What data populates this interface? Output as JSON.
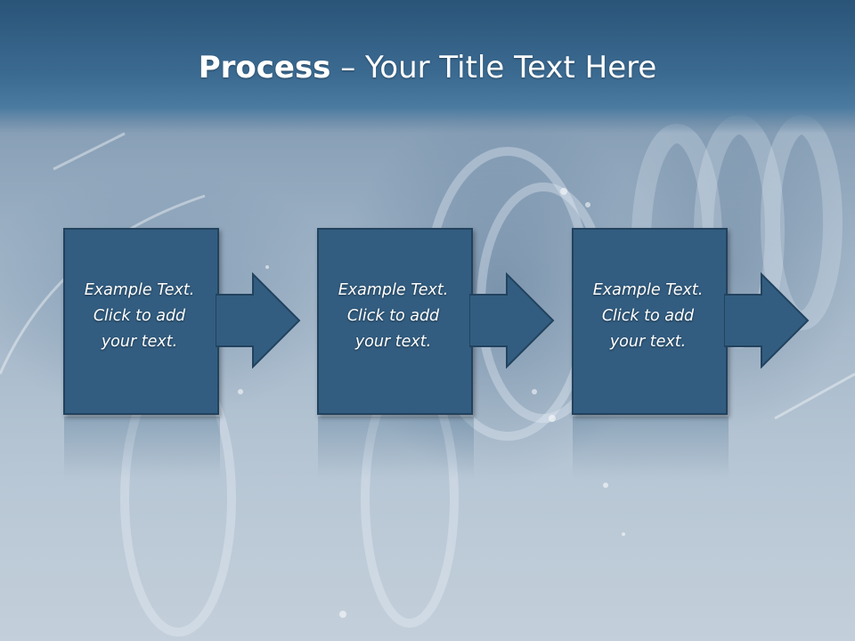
{
  "slide": {
    "title_bold": "Process",
    "title_rest": " – Your Title Text Here"
  },
  "steps": [
    {
      "lines": [
        "Example Text.",
        "Click  to add",
        "your text."
      ]
    },
    {
      "lines": [
        "Example Text.",
        "Click  to add",
        "your text."
      ]
    },
    {
      "lines": [
        "Example Text.",
        "Click  to add",
        "your text."
      ]
    }
  ],
  "colors": {
    "header": "#2a5478",
    "box_fill": "#325d80",
    "box_border": "#22425e",
    "text": "#ffffff"
  }
}
